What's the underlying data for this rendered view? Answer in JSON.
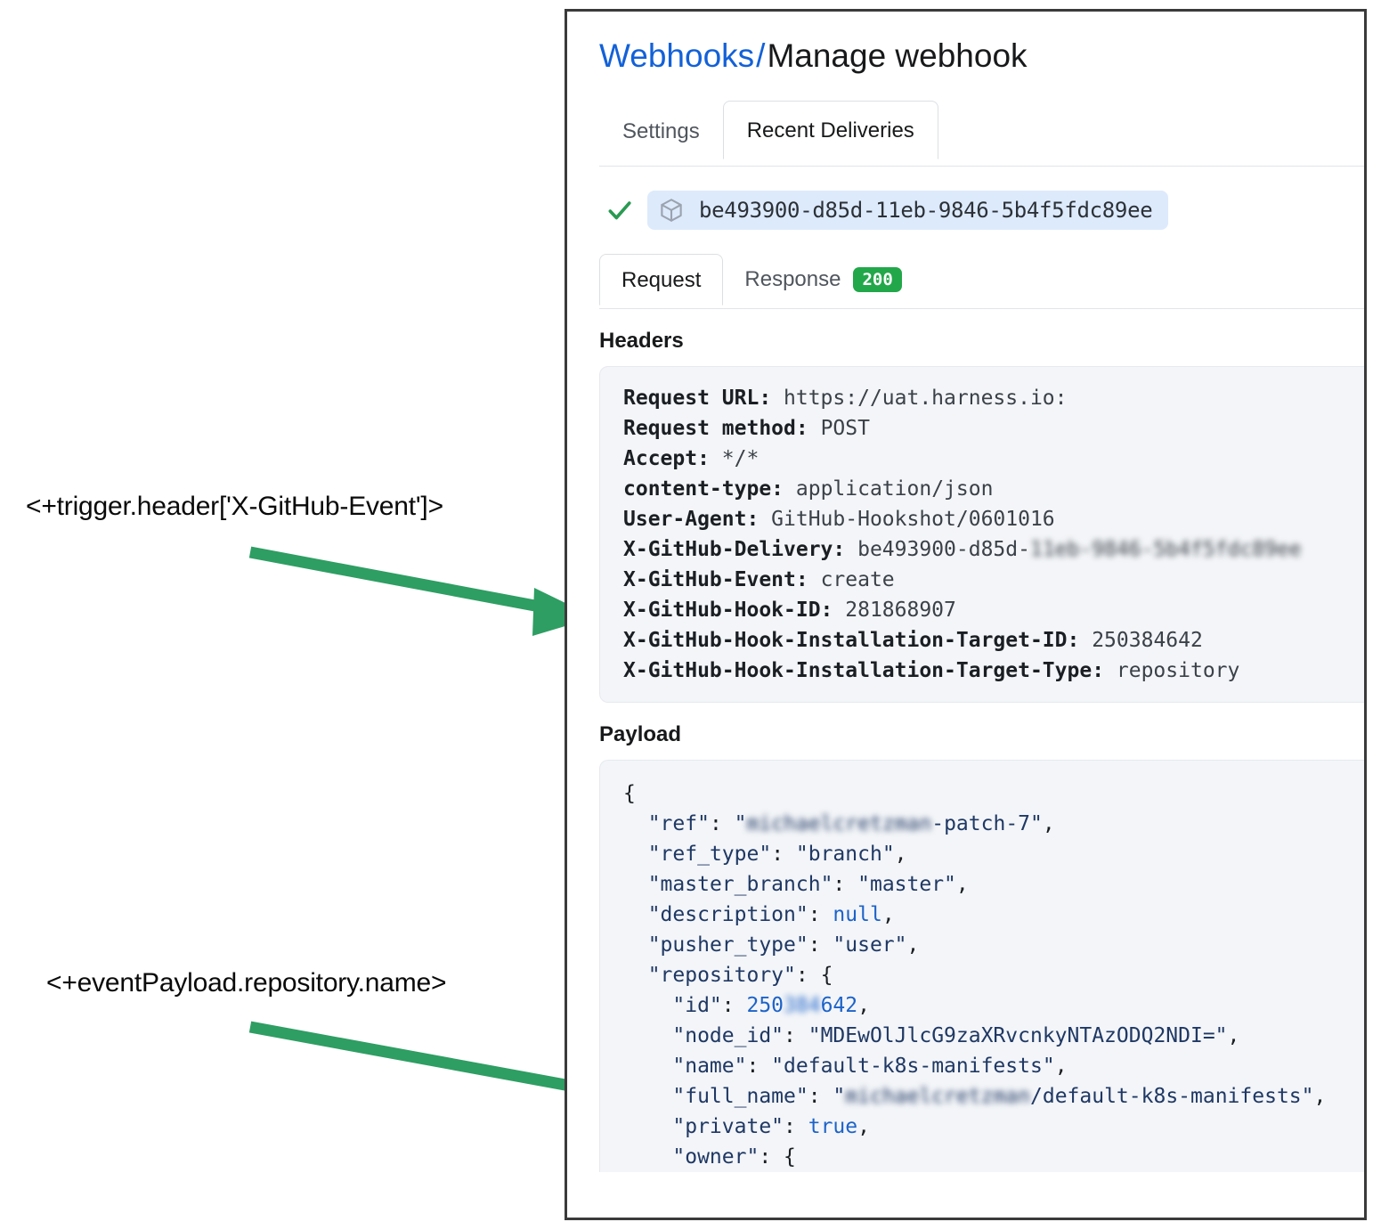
{
  "annotations": [
    {
      "text": "<+trigger.header['X-GitHub-Event']>"
    },
    {
      "text": "<+eventPayload.repository.name>"
    }
  ],
  "panel": {
    "breadcrumb": {
      "parent": "Webhooks",
      "separator": "/",
      "current": "Manage webhook"
    },
    "tabs": [
      {
        "label": "Settings",
        "active": false
      },
      {
        "label": "Recent Deliveries",
        "active": true
      }
    ],
    "delivery": {
      "status_icon": "check-icon",
      "package_icon": "cube-icon",
      "id": "be493900-d85d-11eb-9846-5b4f5fdc89ee"
    },
    "subtabs": [
      {
        "label": "Request",
        "active": true,
        "badge": ""
      },
      {
        "label": "Response",
        "active": false,
        "badge": "200"
      }
    ],
    "headers_label": "Headers",
    "headers": [
      {
        "key": "Request URL:",
        "value": "https://uat.harness.io:",
        "redacted": false
      },
      {
        "key": "Request method:",
        "value": "POST",
        "redacted": false
      },
      {
        "key": "Accept:",
        "value": "*/*",
        "redacted": false
      },
      {
        "key": "content-type:",
        "value": "application/json",
        "redacted": false
      },
      {
        "key": "User-Agent:",
        "value": "GitHub-Hookshot/0601016",
        "redacted": false
      },
      {
        "key": "X-GitHub-Delivery:",
        "value": "be493900-d85d-",
        "redacted": true,
        "redacted_value": "11eb-9846-5b4f5fdc89ee"
      },
      {
        "key": "X-GitHub-Event:",
        "value": "create",
        "redacted": false
      },
      {
        "key": "X-GitHub-Hook-ID:",
        "value": "281868907",
        "redacted": false
      },
      {
        "key": "X-GitHub-Hook-Installation-Target-ID:",
        "value": "250384642",
        "redacted": false
      },
      {
        "key": "X-GitHub-Hook-Installation-Target-Type:",
        "value": "repository",
        "redacted": false
      }
    ],
    "payload_label": "Payload",
    "payload_lines": [
      {
        "indent": 0,
        "segments": [
          {
            "t": "{",
            "c": "jpunc"
          }
        ]
      },
      {
        "indent": 1,
        "segments": [
          {
            "t": "\"ref\"",
            "c": "jkey"
          },
          {
            "t": ": ",
            "c": "jpunc"
          },
          {
            "t": "\"",
            "c": "jstr"
          },
          {
            "t": "michaelcretzman",
            "c": "blur navy"
          },
          {
            "t": "-patch-7\"",
            "c": "jstr"
          },
          {
            "t": ",",
            "c": "jpunc"
          }
        ]
      },
      {
        "indent": 1,
        "segments": [
          {
            "t": "\"ref_type\"",
            "c": "jkey"
          },
          {
            "t": ": ",
            "c": "jpunc"
          },
          {
            "t": "\"branch\"",
            "c": "jstr"
          },
          {
            "t": ",",
            "c": "jpunc"
          }
        ]
      },
      {
        "indent": 1,
        "segments": [
          {
            "t": "\"master_branch\"",
            "c": "jkey"
          },
          {
            "t": ": ",
            "c": "jpunc"
          },
          {
            "t": "\"master\"",
            "c": "jstr"
          },
          {
            "t": ",",
            "c": "jpunc"
          }
        ]
      },
      {
        "indent": 1,
        "segments": [
          {
            "t": "\"description\"",
            "c": "jkey"
          },
          {
            "t": ": ",
            "c": "jpunc"
          },
          {
            "t": "null",
            "c": "jlit"
          },
          {
            "t": ",",
            "c": "jpunc"
          }
        ]
      },
      {
        "indent": 1,
        "segments": [
          {
            "t": "\"pusher_type\"",
            "c": "jkey"
          },
          {
            "t": ": ",
            "c": "jpunc"
          },
          {
            "t": "\"user\"",
            "c": "jstr"
          },
          {
            "t": ",",
            "c": "jpunc"
          }
        ]
      },
      {
        "indent": 1,
        "segments": [
          {
            "t": "\"repository\"",
            "c": "jkey"
          },
          {
            "t": ": ",
            "c": "jpunc"
          },
          {
            "t": "{",
            "c": "jpunc"
          }
        ]
      },
      {
        "indent": 2,
        "segments": [
          {
            "t": "\"id\"",
            "c": "jkey"
          },
          {
            "t": ": ",
            "c": "jpunc"
          },
          {
            "t": "250",
            "c": "jnum"
          },
          {
            "t": "384",
            "c": "blur num"
          },
          {
            "t": "642",
            "c": "jnum"
          },
          {
            "t": ",",
            "c": "jpunc"
          }
        ]
      },
      {
        "indent": 2,
        "segments": [
          {
            "t": "\"node_id\"",
            "c": "jkey"
          },
          {
            "t": ": ",
            "c": "jpunc"
          },
          {
            "t": "\"MDEwOlJlcG9zaXRvcnkyNTAzODQ2NDI=\"",
            "c": "jstr"
          },
          {
            "t": ",",
            "c": "jpunc"
          }
        ]
      },
      {
        "indent": 2,
        "segments": [
          {
            "t": "\"name\"",
            "c": "jkey"
          },
          {
            "t": ": ",
            "c": "jpunc"
          },
          {
            "t": "\"default-k8s-manifests\"",
            "c": "jstr"
          },
          {
            "t": ",",
            "c": "jpunc"
          }
        ]
      },
      {
        "indent": 2,
        "segments": [
          {
            "t": "\"full_name\"",
            "c": "jkey"
          },
          {
            "t": ": ",
            "c": "jpunc"
          },
          {
            "t": "\"",
            "c": "jstr"
          },
          {
            "t": "michaelcretzman",
            "c": "blur navy"
          },
          {
            "t": "/default-k8s-manifests\"",
            "c": "jstr"
          },
          {
            "t": ",",
            "c": "jpunc"
          }
        ]
      },
      {
        "indent": 2,
        "segments": [
          {
            "t": "\"private\"",
            "c": "jkey"
          },
          {
            "t": ": ",
            "c": "jpunc"
          },
          {
            "t": "true",
            "c": "jlit"
          },
          {
            "t": ",",
            "c": "jpunc"
          }
        ]
      },
      {
        "indent": 2,
        "segments": [
          {
            "t": "\"owner\"",
            "c": "jkey"
          },
          {
            "t": ": ",
            "c": "jpunc"
          },
          {
            "t": "{",
            "c": "jpunc"
          }
        ]
      }
    ]
  },
  "colors": {
    "link": "#1261d8",
    "arrow_green": "#2e9e63",
    "badge_green": "#22a74a",
    "pill_blue": "#ddeafc",
    "code_bg": "#f3f5f8",
    "json_navy": "#1f3864",
    "json_blue": "#1d63c9"
  }
}
